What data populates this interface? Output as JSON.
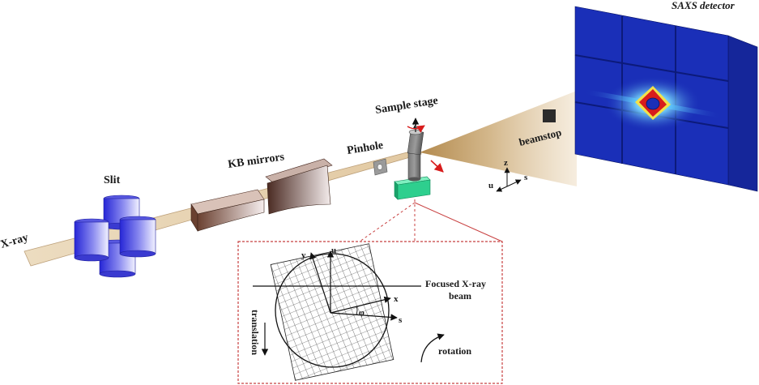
{
  "labels": {
    "xray": "X-ray",
    "slit": "Slit",
    "kb_mirrors": "KB mirrors",
    "pinhole": "Pinhole",
    "sample_stage": "Sample stage",
    "beamstop": "beamstop",
    "saxs_detector": "SAXS detector",
    "focused_beam_line1": "Focused X-ray",
    "focused_beam_line2": "beam",
    "translation": "translation",
    "rotation": "rotation"
  },
  "axes": {
    "stage_z": "z",
    "frame_z": "z",
    "frame_s": "s",
    "frame_u": "u",
    "inset_u": "u",
    "inset_y": "y",
    "inset_x": "x",
    "inset_s": "s",
    "inset_phi": "φ"
  },
  "colors": {
    "beam": "#ead8bb",
    "beam_edge": "#bda07a",
    "slit_blue": "#3030d8",
    "detector_blue": "#1a2fb8",
    "stage_green": "#2ecf8e",
    "accent_red": "#d81c1c",
    "dotted_red": "#c84040"
  }
}
